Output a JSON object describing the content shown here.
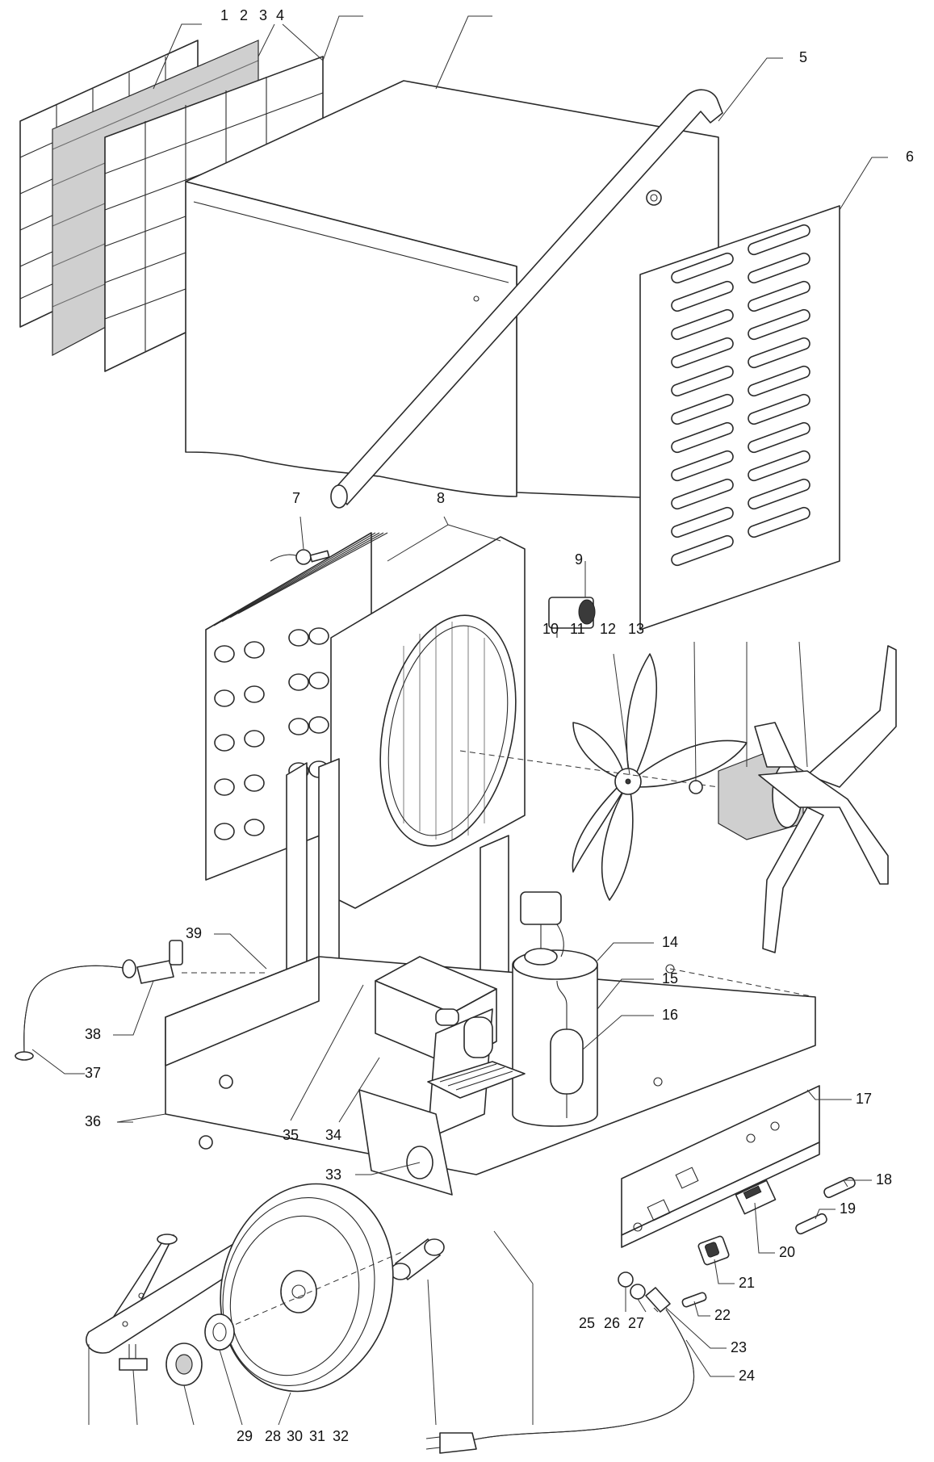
{
  "labels": {
    "l1": "1",
    "l2": "2",
    "l3": "3",
    "l4": "4",
    "l5": "5",
    "l6": "6",
    "l7": "7",
    "l8": "8",
    "l9": "9",
    "l10": "10",
    "l11": "11",
    "l12": "12",
    "l13": "13",
    "l14": "14",
    "l15": "15",
    "l16": "16",
    "l17": "17",
    "l18": "18",
    "l19": "19",
    "l20": "20",
    "l21": "21",
    "l22": "22",
    "l23": "23",
    "l24": "24",
    "l25": "25",
    "l26": "26",
    "l27": "27",
    "l28": "28",
    "l29": "29",
    "l30": "30",
    "l31": "31",
    "l32": "32",
    "l33": "33",
    "l34": "34",
    "l35": "35",
    "l36": "36",
    "l37": "37",
    "l38": "38",
    "l39": "39"
  }
}
